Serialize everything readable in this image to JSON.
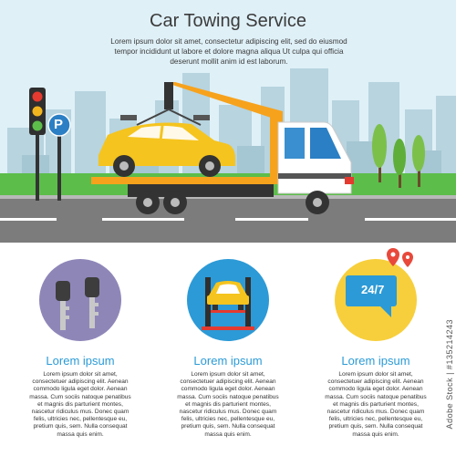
{
  "hero": {
    "title": "Car Towing Service",
    "body": "Lorem ipsum dolor sit amet, consectetur adipiscing elit, sed do eiusmod tempor incididunt ut labore et dolore magna aliqua  Ut culpa qui officia deserunt mollit anim id est laborum."
  },
  "parking_sign": "P",
  "features": [
    {
      "icon": "car-keys-icon",
      "circle_color": "#8f86b8",
      "title": "Lorem ipsum",
      "lines": [
        "Lorem ipsum dolor sit amet,",
        "consectetuer adipiscing elit. Aenean",
        "commodo ligula eget dolor. Aenean",
        "massa. Cum sociis natoque penatibus",
        "et magnis dis parturient montes,",
        "nascetur ridiculus mus. Donec quam",
        "felis, ultricies nec, pellentesque eu,",
        "pretium quis, sem. Nulla consequat",
        "massa quis enim."
      ]
    },
    {
      "icon": "car-lift-icon",
      "circle_color": "#2c9ad6",
      "title": "Lorem ipsum",
      "lines": [
        "Lorem ipsum dolor sit amet,",
        "consectetuer adipiscing elit. Aenean",
        "commodo ligula eget dolor. Aenean",
        "massa. Cum sociis natoque penatibus",
        "et magnis dis parturient montes,",
        "nascetur ridiculus mus. Donec quam",
        "felis, ultricies nec, pellentesque eu,",
        "pretium quis, sem. Nulla consequat",
        "massa quis enim."
      ]
    },
    {
      "icon": "24-7-chat-icon",
      "circle_color": "#f7cf3c",
      "badge": "24/7",
      "title": "Lorem ipsum",
      "lines": [
        "Lorem ipsum dolor sit amet,",
        "consectetuer adipiscing elit. Aenean",
        "commodo ligula eget dolor. Aenean",
        "massa. Cum sociis natoque penatibus",
        "et magnis dis parturient montes,",
        "nascetur ridiculus mus. Donec quam",
        "felis, ultricies nec, pellentesque eu,",
        "pretium quis, sem. Nulla consequat",
        "massa quis enim."
      ]
    }
  ],
  "watermark": "Adobe Stock | #135214243",
  "colors": {
    "sky": "#dff0f7",
    "grass": "#5cbd4a",
    "road": "#7c7c7c",
    "car": "#f5c41e",
    "crane": "#f7a21c",
    "accent": "#2b9bd6"
  }
}
